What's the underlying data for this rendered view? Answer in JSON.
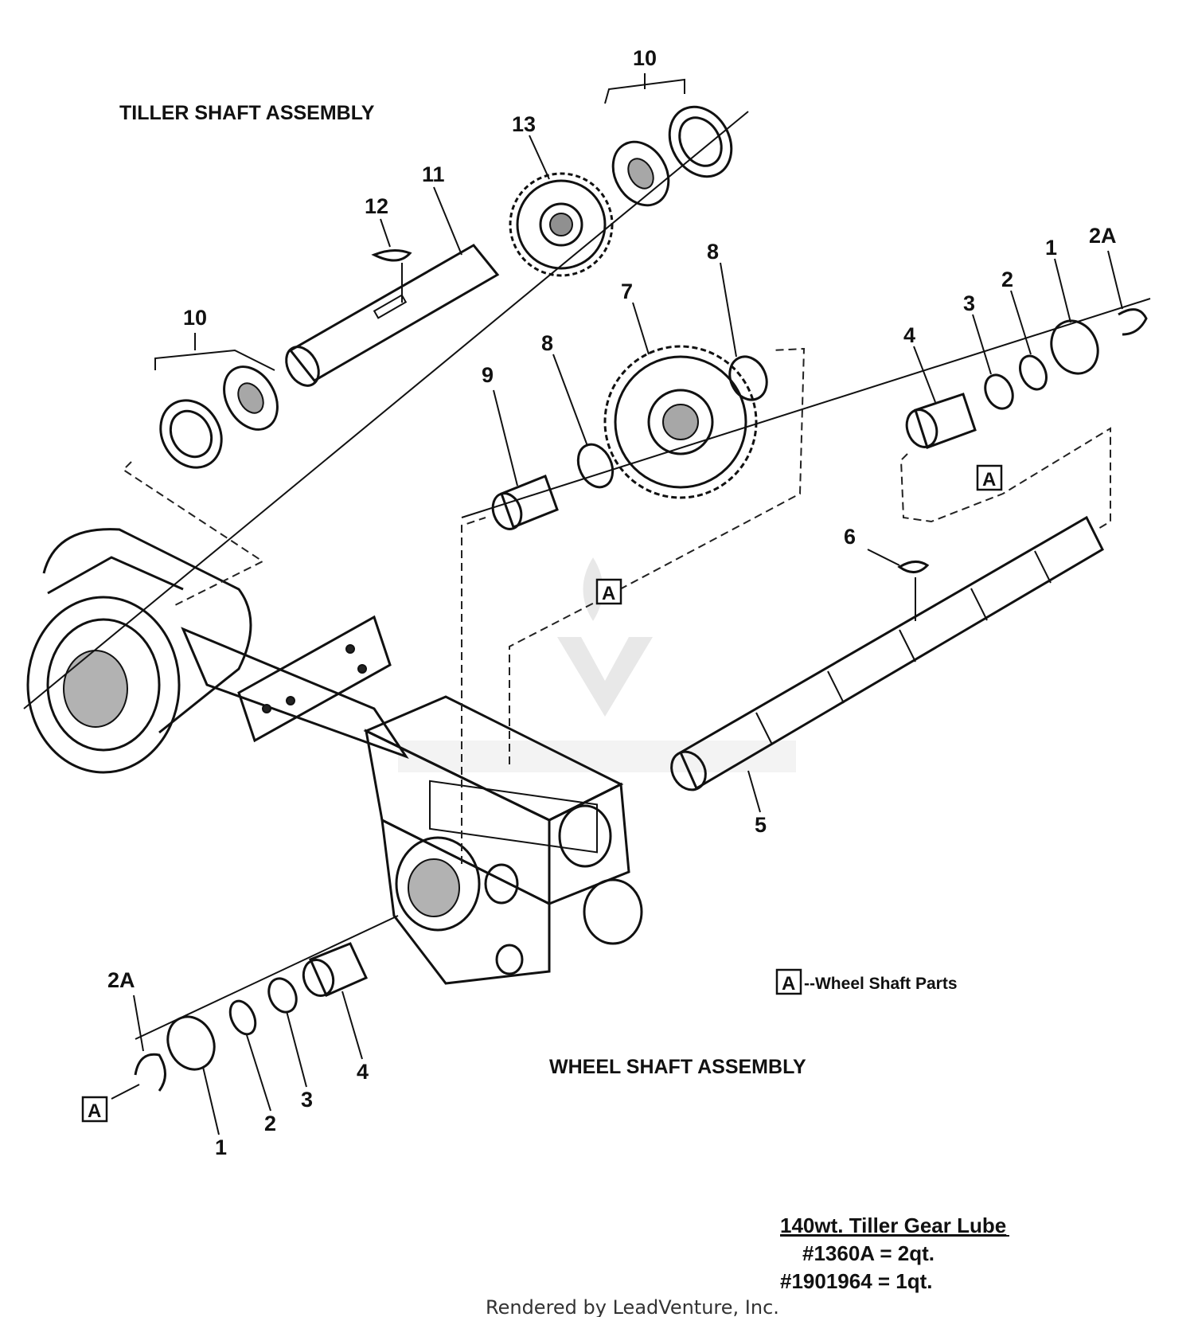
{
  "titles": {
    "tiller_shaft_assembly": "TILLER SHAFT ASSEMBLY",
    "wheel_shaft_assembly": "WHEEL SHAFT ASSEMBLY"
  },
  "legend": {
    "box_letter": "A",
    "text": "--Wheel Shaft Parts"
  },
  "callouts": {
    "n1": "1",
    "n2": "2",
    "n2a": "2A",
    "n3": "3",
    "n4": "4",
    "n5": "5",
    "n6": "6",
    "n7": "7",
    "n8": "8",
    "n9": "9",
    "n10": "10",
    "n11": "11",
    "n12": "12",
    "n13": "13",
    "boxA": "A"
  },
  "lube_note": {
    "heading": "140wt. Tiller Gear Lube",
    "line1": "#1360A = 2qt.",
    "line2": "#1901964 = 1qt."
  },
  "footer": "Rendered by LeadVenture, Inc."
}
